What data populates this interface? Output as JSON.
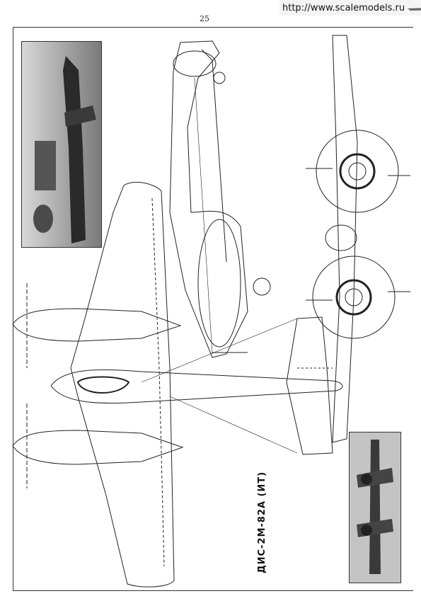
{
  "header": {
    "page_number": "25",
    "watermark_url": "http://www.scalemodels.ru"
  },
  "figure": {
    "caption": "ДИС-2М-82А (ИТ)"
  }
}
